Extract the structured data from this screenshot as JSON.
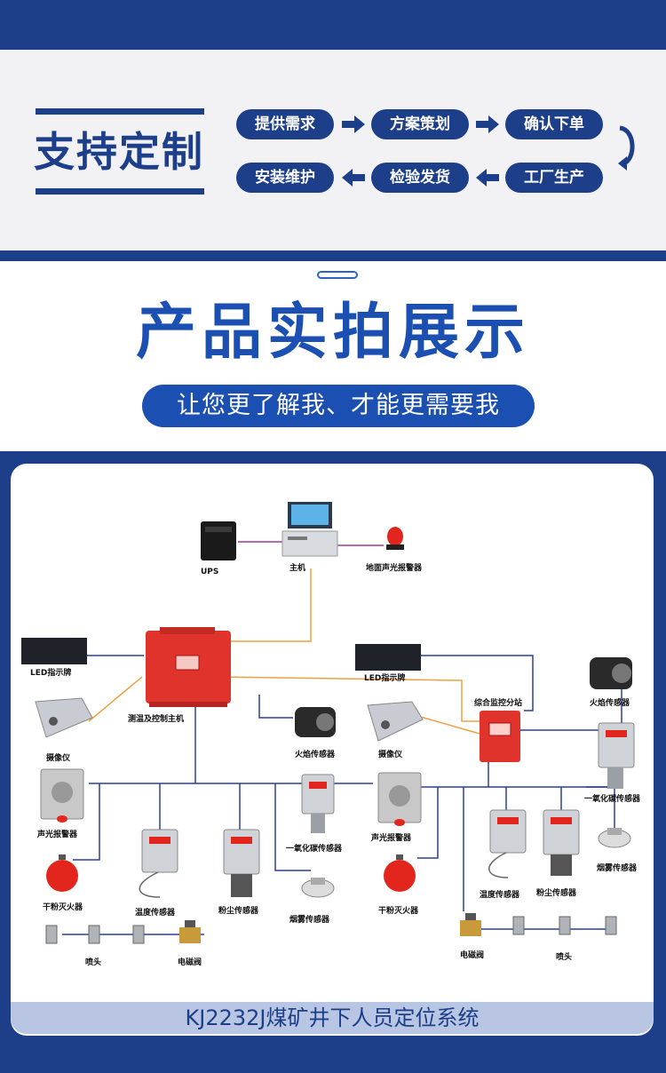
{
  "custom_section": {
    "title": "支持定制",
    "steps": [
      "提供需求",
      "方案策划",
      "确认下单",
      "工厂生产",
      "检验发货",
      "安装维护"
    ]
  },
  "showcase": {
    "title": "产品实拍展示",
    "slogan": "让您更了解我、才能更需要我"
  },
  "diagram": {
    "labels": {
      "ups": "UPS",
      "host": "主机",
      "ground_alarm": "地面声光报警器",
      "led_left": "LED指示牌",
      "led_right": "LED指示牌",
      "main_controller": "测温及控制主机",
      "substation": "综合监控分站",
      "camera_left": "摄像仪",
      "camera_right": "摄像仪",
      "flame_left": "火焰传感器",
      "flame_right": "火焰传感器",
      "alarm_left": "声光报警器",
      "alarm_right": "声光报警器",
      "co_left": "一氧化碳传感器",
      "co_right": "一氧化碳传感器",
      "temp_left": "温度传感器",
      "temp_right": "温度传感器",
      "dust_left": "粉尘传感器",
      "dust_right": "粉尘传感器",
      "smoke_left": "烟雾传感器",
      "smoke_right": "烟雾传感器",
      "extinguisher_left": "干粉灭火器",
      "extinguisher_right": "干粉灭火器",
      "nozzle_left": "喷头",
      "nozzle_right": "喷头",
      "valve_left": "电磁阀",
      "valve_right": "电磁阀"
    },
    "caption": "KJ2232J煤矿井下人员定位系统"
  },
  "colors": {
    "navy": "#1d3f8a",
    "royal_blue": "#1b4fb1",
    "panel_gray": "#f2f2f4",
    "caption_band": "#b8c6e3",
    "line_blue": "#2b3f9e",
    "line_orange": "#f0a040",
    "line_purple": "#9a3aa0",
    "device_red": "#e0332b"
  }
}
